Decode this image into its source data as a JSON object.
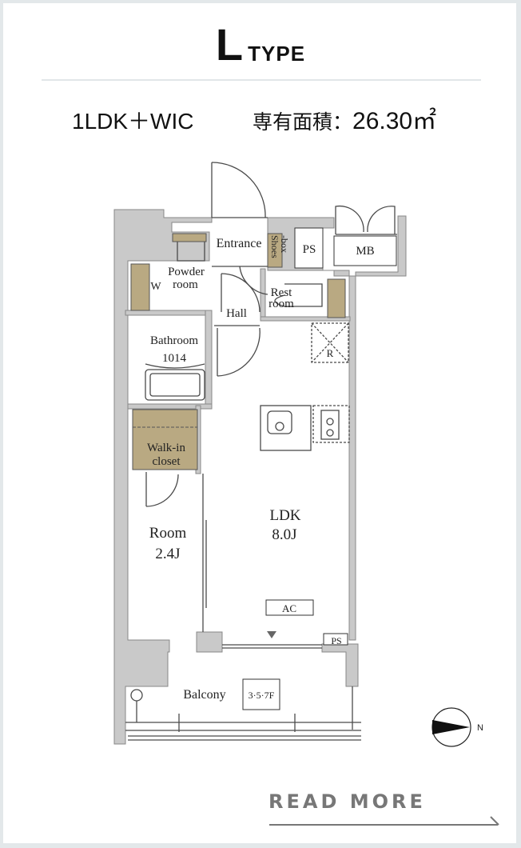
{
  "header": {
    "type_letter": "L",
    "type_word": "TYPE"
  },
  "spec": {
    "layout": "1LDK＋WIC",
    "area_label": "専有面積：",
    "area_value": "26.30㎡"
  },
  "plan": {
    "rooms": {
      "entrance": "Entrance",
      "shoes_box_1": "Shoes",
      "shoes_box_2": "-box",
      "ps_top": "PS",
      "mb": "MB",
      "powder_1": "Powder",
      "powder_2": "room",
      "w": "W",
      "rest_1": "Rest",
      "rest_2": "room",
      "hall": "Hall",
      "refrigerator": "R",
      "bath_1": "Bathroom",
      "bath_2": "1014",
      "wic_1": "Walk-in",
      "wic_2": "closet",
      "room_1": "Room",
      "room_2": "2.4J",
      "ldk_1": "LDK",
      "ldk_2": "8.0J",
      "ac": "AC",
      "ps_bottom": "PS",
      "balcony": "Balcony",
      "floors": "3·5·7F",
      "north": "N"
    },
    "colors": {
      "wall": "#c9c9c9",
      "storage": "#b9a982",
      "line": "#4a4a4a"
    }
  },
  "footer": {
    "read_more": "READ MORE"
  }
}
